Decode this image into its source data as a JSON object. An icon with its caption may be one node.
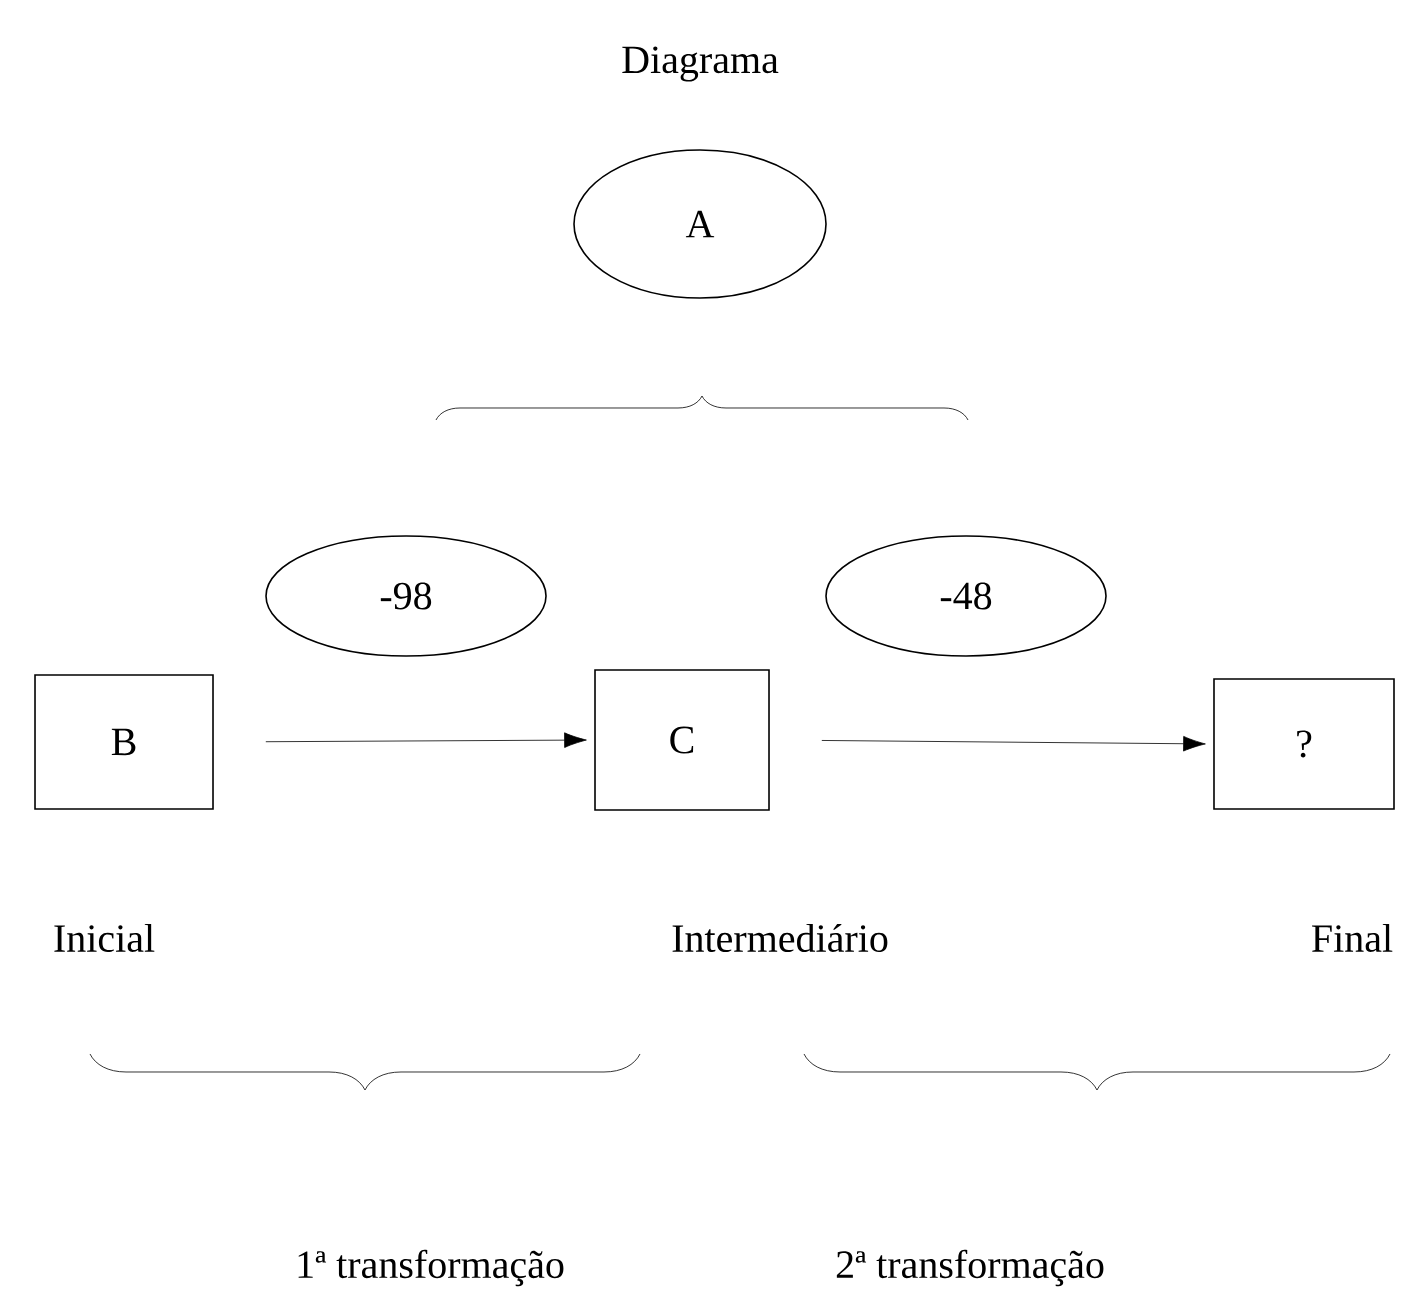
{
  "diagram": {
    "title": "Diagrama",
    "nodes": [
      {
        "text": [
          "A"
        ]
      },
      {
        "text": [
          "-98"
        ]
      },
      {
        "text": [
          "-48"
        ]
      },
      {
        "text": [
          "B"
        ],
        "beside": [
          "Inicial"
        ]
      },
      {
        "text": [
          "C"
        ],
        "beside": [
          "Intermediário"
        ]
      },
      {
        "text": [
          "?"
        ],
        "beside": [
          "Final"
        ]
      }
    ],
    "edges": [
      {
        "from": 3,
        "to": 4,
        "arrow": "to"
      },
      {
        "from": 4,
        "to": 5,
        "arrow": "to"
      }
    ],
    "labels": [
      "1ª transformação",
      "2ª transformação"
    ]
  }
}
